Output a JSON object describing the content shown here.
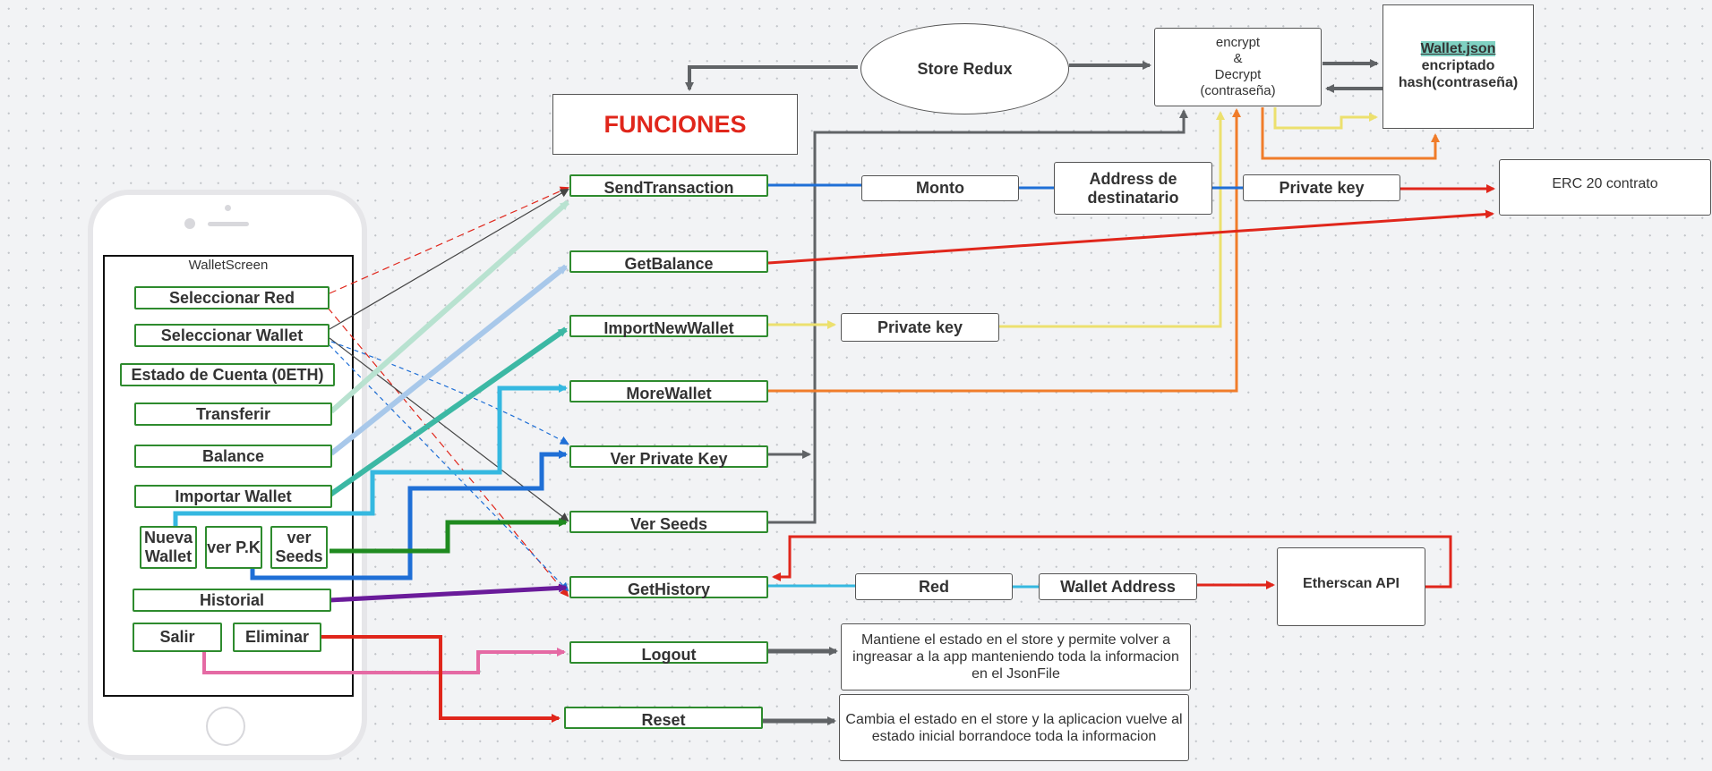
{
  "phone": {
    "screen_title": "WalletScreen"
  },
  "screen_buttons": {
    "seleccionar_red": "Seleccionar Red",
    "seleccionar_wallet": "Seleccionar Wallet",
    "estado_cuenta": "Estado de Cuenta (0ETH)",
    "transferir": "Transferir",
    "balance": "Balance",
    "importar_wallet": "Importar Wallet",
    "nueva_wallet": "Nueva Wallet",
    "ver_pk": "ver P.K",
    "ver_seeds": "ver Seeds",
    "historial": "Historial",
    "salir": "Salir",
    "eliminar": "Eliminar"
  },
  "funciones": {
    "title": "FUNCIONES",
    "send_transaction": "SendTransaction",
    "get_balance": "GetBalance",
    "import_new_wallet": "ImportNewWallet",
    "more_wallet": "MoreWallet",
    "ver_private_key": "Ver Private Key",
    "ver_seeds": "Ver Seeds",
    "get_history": "GetHistory",
    "logout": "Logout",
    "reset": "Reset"
  },
  "store": {
    "store_redux": "Store Redux",
    "encrypt_lines": [
      "encrypt",
      "&",
      "Decrypt",
      "(contraseña)"
    ],
    "wallet_json_title": "Wallet.json",
    "wallet_json_line2": "encriptado",
    "wallet_json_line3": "hash(contraseña)"
  },
  "params": {
    "monto": "Monto",
    "address_destinatario": "Address de destinatario",
    "private_key_send": "Private key",
    "erc20": "ERC 20 contrato",
    "private_key_import": "Private key",
    "red": "Red",
    "wallet_address": "Wallet Address",
    "etherscan": "Etherscan API"
  },
  "notes": {
    "logout": "Mantiene el estado en el store y permite volver a ingreasar a la app manteniendo toda la informacion en el JsonFile",
    "reset": "Cambia el estado en el store y la aplicacion vuelve al estado inicial borrandoce toda la informacion"
  },
  "colors": {
    "green_border": "#2e8b2e",
    "red_title": "#e0261b",
    "blue": "#1f6fd6",
    "red": "#e0261b",
    "yellow": "#ece06e",
    "orange": "#f07c2a",
    "cyan": "#35b8e0",
    "mint": "#b8e2d0",
    "light_blue": "#a8c8ea",
    "teal": "#3cb8a4",
    "dark_green": "#1f8a1f",
    "purple": "#6a1b9a",
    "pink": "#e56aa4",
    "gray": "#606366"
  }
}
